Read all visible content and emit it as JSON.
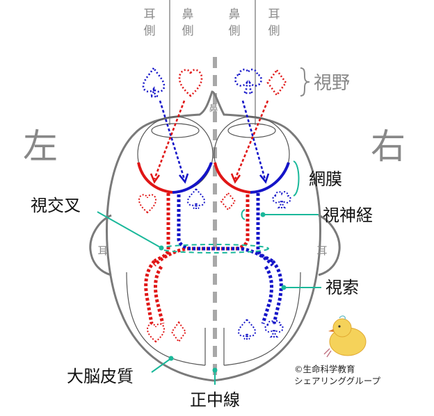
{
  "top_labels": {
    "left_ear": [
      "耳",
      "側"
    ],
    "left_nose": [
      "鼻",
      "側"
    ],
    "right_nose": [
      "鼻",
      "側"
    ],
    "right_ear": [
      "耳",
      "側"
    ]
  },
  "left_label": "左",
  "right_label": "右",
  "visual_field_label": "視野",
  "nose_label": "鼻",
  "ear_label_left": "耳",
  "ear_label_right": "耳",
  "callouts": {
    "retina": "網膜",
    "optic_chiasm": "視交叉",
    "optic_nerve": "視神経",
    "optic_tract": "視索",
    "cerebral_cortex": "大脳皮質",
    "midline": "正中線"
  },
  "credit": [
    "©生命科学教育",
    "シェアリンググループ"
  ],
  "colors": {
    "red": "#e01616",
    "blue": "#1414c8",
    "teal": "#1ab89a",
    "outline": "#7a7a7a",
    "label_gray": "#888888"
  },
  "icons": {
    "field_symbols": [
      "spade-icon",
      "heart-icon",
      "club-icon",
      "diamond-icon"
    ],
    "mascot": "chick-icon"
  }
}
